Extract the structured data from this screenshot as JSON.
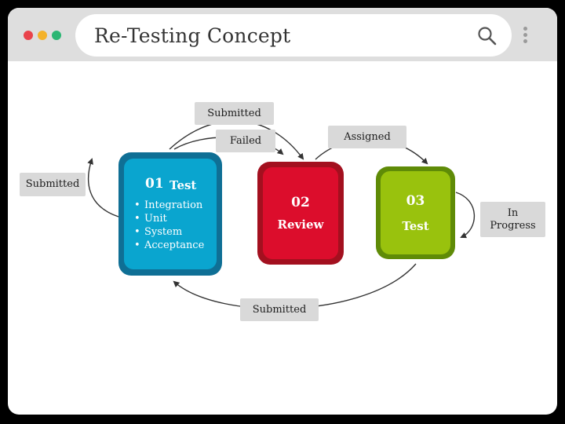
{
  "window": {
    "title": "Re-Testing Concept"
  },
  "diagram": {
    "nodes": [
      {
        "number": "01",
        "title": "Test",
        "items": [
          "Integration",
          "Unit",
          "System",
          "Acceptance"
        ]
      },
      {
        "number": "02",
        "title": "Review"
      },
      {
        "number": "03",
        "title": "Test"
      }
    ],
    "edges": {
      "submitted_top": "Submitted",
      "failed": "Failed",
      "assigned": "Assigned",
      "submitted_left": "Submitted",
      "in_progress_line1": "In",
      "in_progress_line2": "Progress",
      "submitted_bottom": "Submitted"
    }
  },
  "colors": {
    "node1": "#0aa5cf",
    "node2": "#dc0d2c",
    "node3": "#99c20d"
  }
}
